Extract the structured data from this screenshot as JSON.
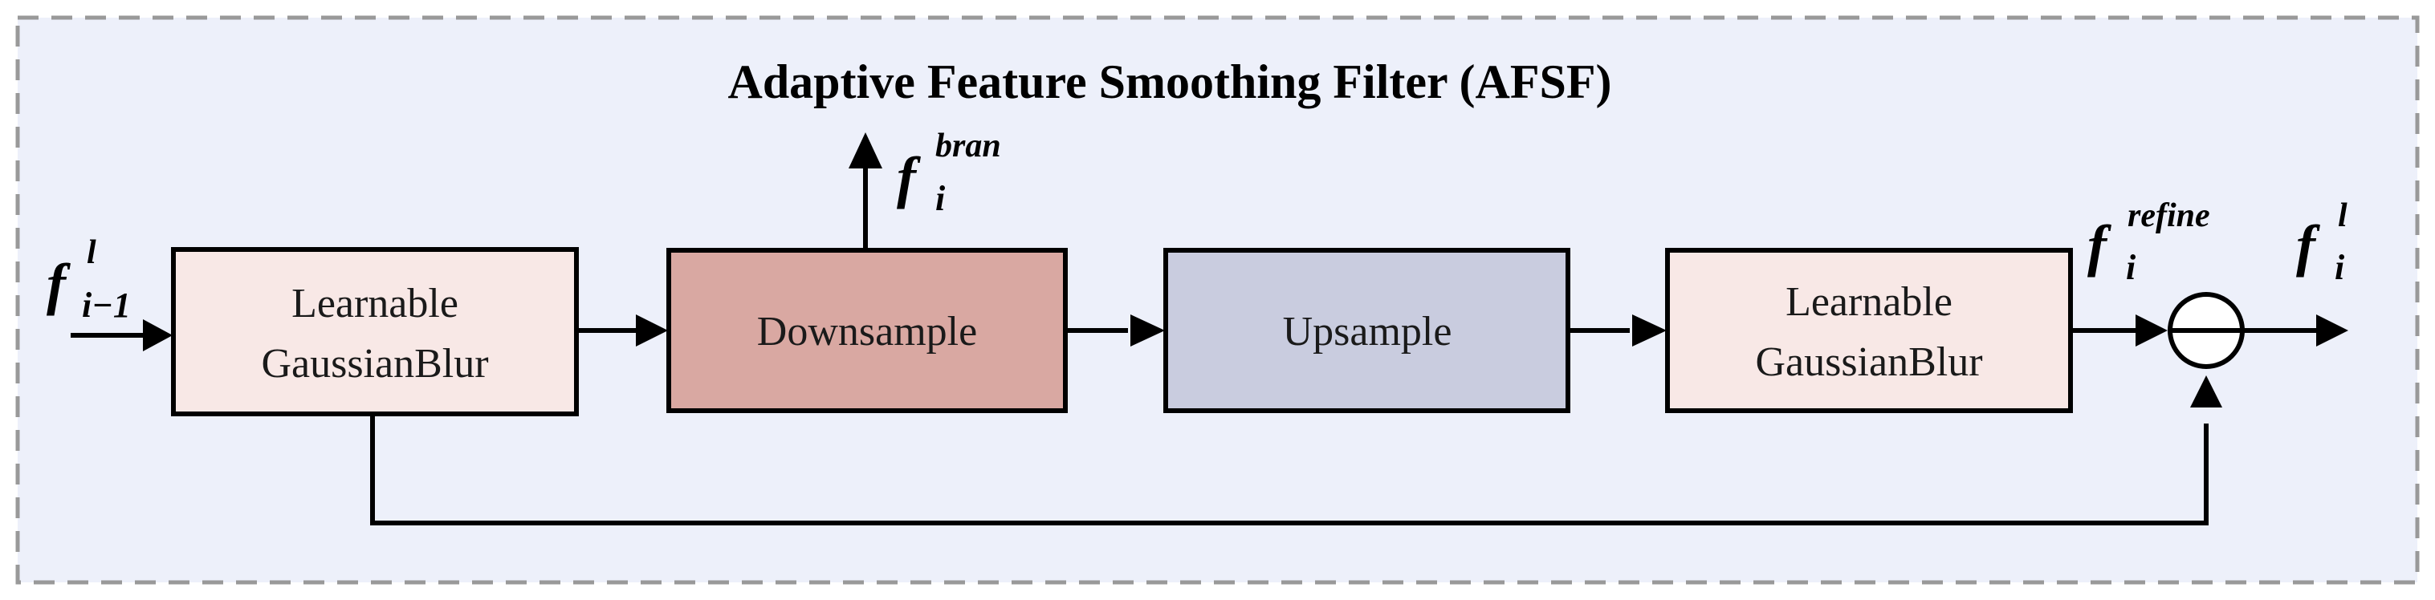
{
  "diagram": {
    "title": "Adaptive Feature Smoothing Filter (AFSF)",
    "colors": {
      "panel_bg": "#edf0fa",
      "panel_border": "#999999",
      "blur_fill": "#f8e8e6",
      "downsample_fill": "#d9a8a2",
      "upsample_fill": "#c9ccdf",
      "stroke": "#000000"
    },
    "blocks": {
      "blur1": {
        "line1": "Learnable",
        "line2": "GaussianBlur"
      },
      "downsample": {
        "label": "Downsample"
      },
      "upsample": {
        "label": "Upsample"
      },
      "blur2": {
        "line1": "Learnable",
        "line2": "GaussianBlur"
      }
    },
    "symbols": {
      "input": {
        "base": "f",
        "sub": "i−1",
        "sup": "l"
      },
      "branch": {
        "base": "f",
        "sub": "i",
        "sup": "bran"
      },
      "refine": {
        "base": "f",
        "sub": "i",
        "sup": "refine"
      },
      "output": {
        "base": "f",
        "sub": "i",
        "sup": "l"
      }
    },
    "operator": {
      "name": "subtract",
      "glyph": "minus-circle"
    }
  }
}
